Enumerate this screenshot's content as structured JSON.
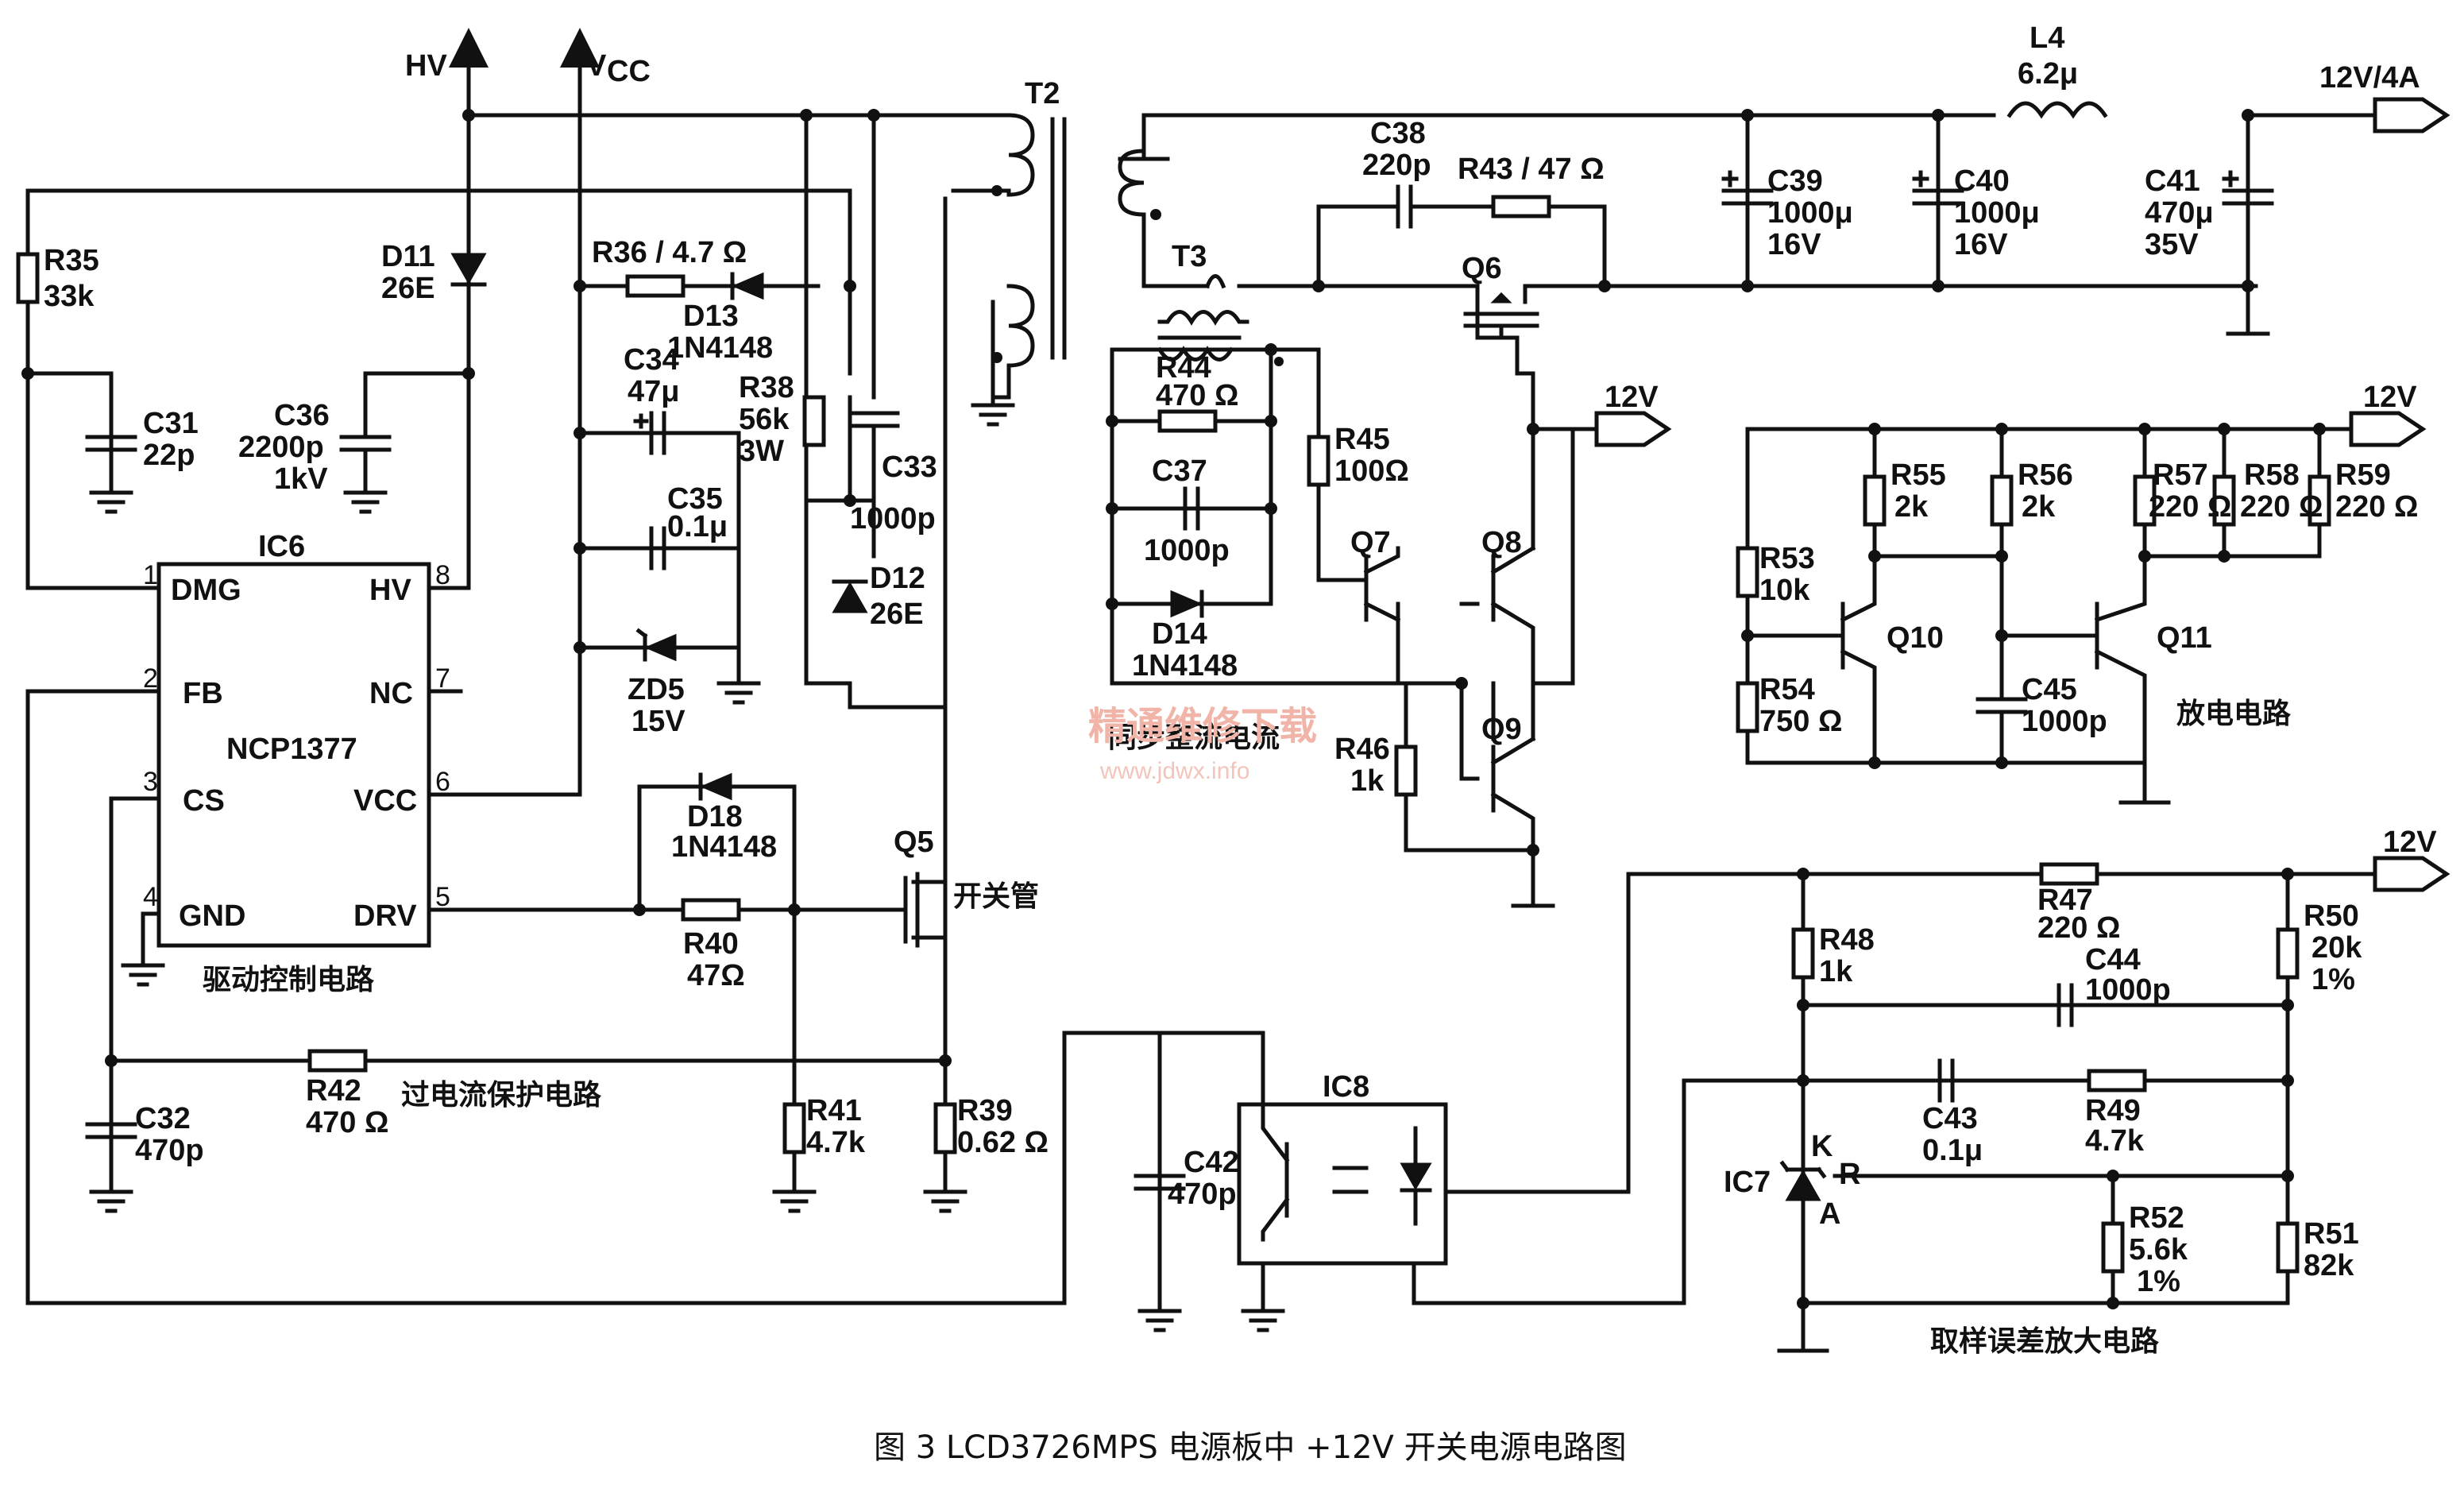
{
  "rails": {
    "hv": "HV",
    "vcc_v": "V",
    "vcc_sub": "CC",
    "out": "12V/4A",
    "v12": "12V"
  },
  "ic6": {
    "ref": "IC6",
    "part": "NCP1377",
    "pins": {
      "p1": "1",
      "p2": "2",
      "p3": "3",
      "p4": "4",
      "p5": "5",
      "p6": "6",
      "p7": "7",
      "p8": "8"
    },
    "pin_names": {
      "dmg": "DMG",
      "fb": "FB",
      "cs": "CS",
      "gnd": "GND",
      "hv": "HV",
      "nc": "NC",
      "vcc": "VCC",
      "drv": "DRV"
    }
  },
  "ic7": {
    "ref": "IC7",
    "k": "K",
    "r": "R",
    "a": "A"
  },
  "ic8": {
    "ref": "IC8"
  },
  "transformers": {
    "t2": "T2",
    "t3": "T3"
  },
  "inductor": {
    "ref": "L4",
    "value": "6.2μ"
  },
  "transistors": {
    "q5": "Q5",
    "q6": "Q6",
    "q7": "Q7",
    "q8": "Q8",
    "q9": "Q9",
    "q10": "Q10",
    "q11": "Q11"
  },
  "resistors": {
    "r35": [
      "R35",
      "33k"
    ],
    "r36": "R36 / 4.7 Ω",
    "r38": [
      "R38",
      "56k",
      "3W"
    ],
    "r40": [
      "R40",
      "47Ω"
    ],
    "r41": [
      "R41",
      "4.7k"
    ],
    "r39": [
      "R39",
      "0.62 Ω"
    ],
    "r42": [
      "R42",
      "470 Ω"
    ],
    "r43": "R43 / 47 Ω",
    "r44": [
      "R44",
      "470 Ω"
    ],
    "r45": [
      "R45",
      "100Ω"
    ],
    "r46": [
      "R46",
      "1k"
    ],
    "r47": [
      "R47",
      "220 Ω"
    ],
    "r48": [
      "R48",
      "1k"
    ],
    "r49": [
      "R49",
      "4.7k"
    ],
    "r50": [
      "R50",
      "20k",
      "1%"
    ],
    "r51": [
      "R51",
      "82k"
    ],
    "r52": [
      "R52",
      "5.6k",
      "1%"
    ],
    "r53": [
      "R53",
      "10k"
    ],
    "r54": [
      "R54",
      "750 Ω"
    ],
    "r55": [
      "R55",
      "2k"
    ],
    "r56": [
      "R56",
      "2k"
    ],
    "r57": [
      "R57",
      "220 Ω"
    ],
    "r58": [
      "R58",
      "220 Ω"
    ],
    "r59": [
      "R59",
      "220 Ω"
    ]
  },
  "capacitors": {
    "c31": [
      "C31",
      "22p"
    ],
    "c32": [
      "C32",
      "470p"
    ],
    "c33": [
      "C33",
      "1000p"
    ],
    "c34": [
      "C34",
      "47μ"
    ],
    "c35": [
      "C35",
      "0.1μ"
    ],
    "c36": [
      "C36",
      "2200p",
      "1kV"
    ],
    "c37": [
      "C37",
      "1000p"
    ],
    "c38": [
      "C38",
      "220p"
    ],
    "c39": [
      "C39",
      "1000μ",
      "16V"
    ],
    "c40": [
      "C40",
      "1000μ",
      "16V"
    ],
    "c41": [
      "C41",
      "470μ",
      "35V"
    ],
    "c42": [
      "C42",
      "470p"
    ],
    "c43": [
      "C43",
      "0.1μ"
    ],
    "c44": [
      "C44",
      "1000p"
    ],
    "c45": [
      "C45",
      "1000p"
    ]
  },
  "diodes": {
    "d11": [
      "D11",
      "26E"
    ],
    "d12": [
      "D12",
      "26E"
    ],
    "d13": [
      "D13",
      "1N4148"
    ],
    "d14": [
      "D14",
      "1N4148"
    ],
    "d18": [
      "D18",
      "1N4148"
    ],
    "zd5": [
      "ZD5",
      "15V"
    ]
  },
  "blocks": {
    "drive": "驱动控制电路",
    "ocp": "过电流保护电路",
    "switch": "开关管",
    "sync": "同步整流电流",
    "discharge": "放电电路",
    "sampling": "取样误差放大电路"
  },
  "watermark": {
    "main": "精通维修下载",
    "url": "www.jdwx.info"
  },
  "caption": "图 3   LCD3726MPS 电源板中 +12V 开关电源电路图"
}
